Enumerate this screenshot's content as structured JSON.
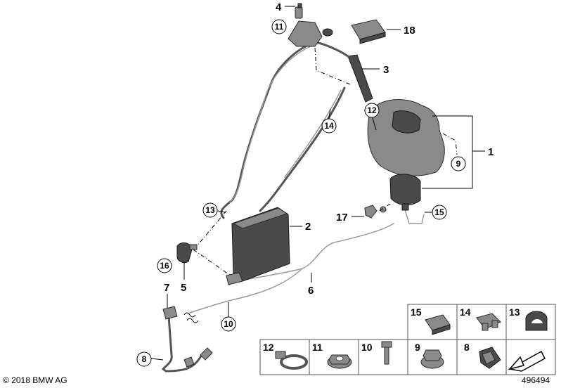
{
  "callouts": {
    "c1": "1",
    "c2": "2",
    "c3": "3",
    "c4": "4",
    "c5": "5",
    "c6": "6",
    "c7": "7",
    "c8": "8",
    "c9": "9",
    "c10": "10",
    "c11": "11",
    "c12": "12",
    "c13": "13",
    "c14": "14",
    "c15": "15",
    "c16": "16",
    "c17": "17",
    "c18": "18"
  },
  "table": {
    "top": [
      "15",
      "14",
      "13"
    ],
    "bottom": [
      "12",
      "11",
      "10",
      "9",
      "8"
    ]
  },
  "footer": {
    "copyright": "© 2018 BMW AG",
    "diagram_number": "496494"
  }
}
